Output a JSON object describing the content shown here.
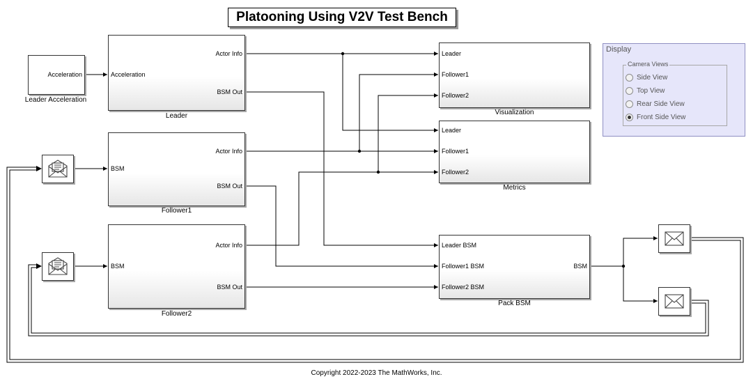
{
  "title": "Platooning Using V2V Test Bench",
  "blocks": {
    "leader_accel": {
      "output": "Acceleration",
      "label": "Leader Acceleration"
    },
    "leader": {
      "input": "Acceleration",
      "out1": "Actor Info",
      "out2": "BSM Out",
      "label": "Leader"
    },
    "follower1": {
      "input": "BSM",
      "out1": "Actor Info",
      "out2": "BSM Out",
      "label": "Follower1"
    },
    "follower2": {
      "input": "BSM",
      "out1": "Actor Info",
      "out2": "BSM Out",
      "label": "Follower2"
    },
    "visualization": {
      "in1": "Leader",
      "in2": "Follower1",
      "in3": "Follower2",
      "label": "Visualization"
    },
    "metrics": {
      "in1": "Leader",
      "in2": "Follower1",
      "in3": "Follower2",
      "label": "Metrics"
    },
    "pack_bsm": {
      "in1": "Leader BSM",
      "in2": "Follower1 BSM",
      "in3": "Follower2 BSM",
      "output": "BSM",
      "label": "Pack BSM"
    }
  },
  "display_panel": {
    "title": "Display",
    "group_title": "Camera Views",
    "options": [
      {
        "label": "Side View",
        "selected": false
      },
      {
        "label": "Top View",
        "selected": false
      },
      {
        "label": "Rear Side View",
        "selected": false
      },
      {
        "label": "Front Side View",
        "selected": true
      }
    ]
  },
  "copyright": "Copyright 2022-2023 The MathWorks, Inc."
}
